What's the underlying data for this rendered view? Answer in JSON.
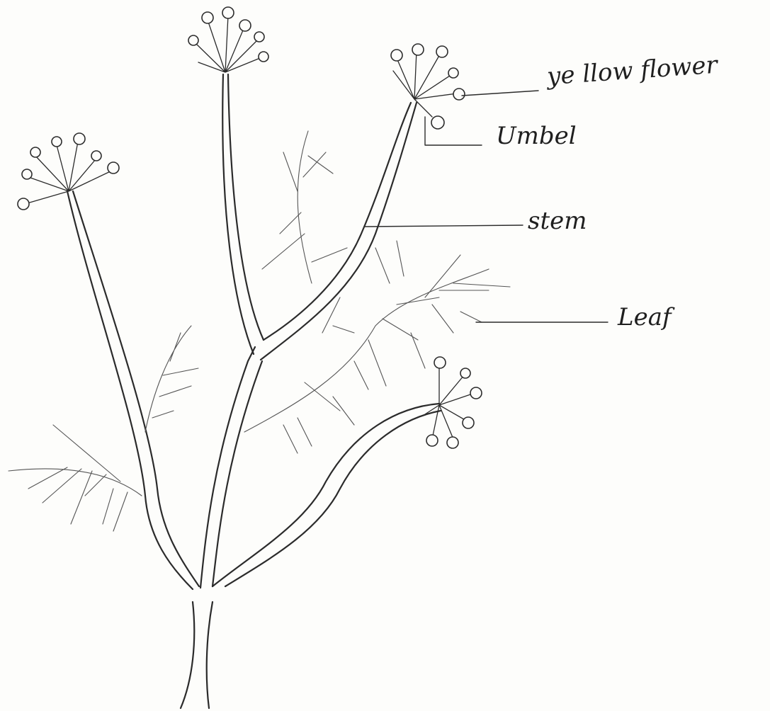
{
  "labels": {
    "flower": "ye llow flower",
    "umbel": "Umbel",
    "stem": "stem",
    "leaf": "Leaf"
  }
}
